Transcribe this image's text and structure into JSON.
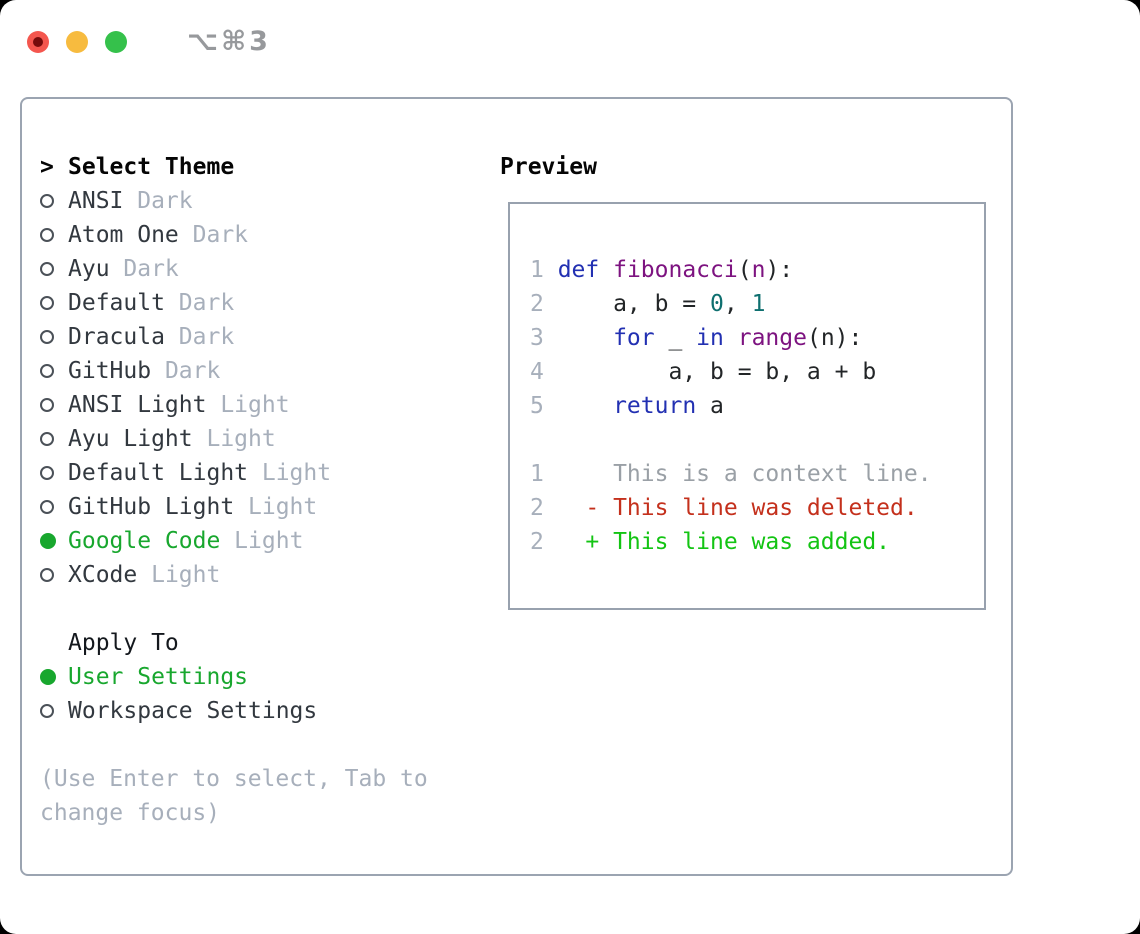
{
  "window": {
    "title_shortcut": "⌥⌘3",
    "traffic_lights": [
      "close",
      "minimize",
      "zoom"
    ]
  },
  "colors": {
    "selected_green": "#18a72e",
    "added_green": "#13c413",
    "deleted_red": "#c4301c",
    "keyword_blue": "#2230b2",
    "type_purple": "#7d1380",
    "literal_teal": "#0e6f6f",
    "muted_gray": "#a7afbb",
    "context_gray": "#9aa0a6",
    "panel_border_gray": "#9ba4b1",
    "traffic_red": "#f4564e",
    "traffic_yellow": "#f7bb3f",
    "traffic_green": "#35c14b"
  },
  "theme_panel": {
    "prompt": ">",
    "title": "Select Theme",
    "items": [
      {
        "name": "ANSI",
        "variant": "Dark",
        "selected": false
      },
      {
        "name": "Atom One",
        "variant": "Dark",
        "selected": false
      },
      {
        "name": "Ayu",
        "variant": "Dark",
        "selected": false
      },
      {
        "name": "Default",
        "variant": "Dark",
        "selected": false
      },
      {
        "name": "Dracula",
        "variant": "Dark",
        "selected": false
      },
      {
        "name": "GitHub",
        "variant": "Dark",
        "selected": false
      },
      {
        "name": "ANSI Light",
        "variant": "Light",
        "selected": false
      },
      {
        "name": "Ayu Light",
        "variant": "Light",
        "selected": false
      },
      {
        "name": "Default Light",
        "variant": "Light",
        "selected": false
      },
      {
        "name": "GitHub Light",
        "variant": "Light",
        "selected": false
      },
      {
        "name": "Google Code",
        "variant": "Light",
        "selected": true
      },
      {
        "name": "XCode",
        "variant": "Light",
        "selected": false
      }
    ]
  },
  "apply_to": {
    "title": "Apply To",
    "options": [
      {
        "label": "User Settings",
        "selected": true
      },
      {
        "label": "Workspace Settings",
        "selected": false
      }
    ]
  },
  "hint_lines": [
    "(Use Enter to select, Tab to",
    "change focus)"
  ],
  "preview": {
    "title": "Preview",
    "code_lines": [
      {
        "num": "1",
        "tokens": [
          [
            "kw",
            "def"
          ],
          [
            "pl",
            " "
          ],
          [
            "ty",
            "fibonacci"
          ],
          [
            "pl",
            "("
          ],
          [
            "ty",
            "n"
          ],
          [
            "pl",
            "):"
          ]
        ]
      },
      {
        "num": "2",
        "tokens": [
          [
            "pl",
            "    a, b = "
          ],
          [
            "lit",
            "0"
          ],
          [
            "pl",
            ", "
          ],
          [
            "lit",
            "1"
          ]
        ]
      },
      {
        "num": "3",
        "tokens": [
          [
            "pl",
            "    "
          ],
          [
            "kw",
            "for"
          ],
          [
            "pl",
            " _ "
          ],
          [
            "kw",
            "in"
          ],
          [
            "pl",
            " "
          ],
          [
            "ty",
            "range"
          ],
          [
            "pl",
            "(n):"
          ]
        ]
      },
      {
        "num": "4",
        "tokens": [
          [
            "pl",
            "        a, b = b, a + b"
          ]
        ]
      },
      {
        "num": "5",
        "tokens": [
          [
            "pl",
            "    "
          ],
          [
            "kw",
            "return"
          ],
          [
            "pl",
            " a"
          ]
        ]
      },
      {
        "num": "",
        "tokens": []
      },
      {
        "num": "1",
        "tokens": [
          [
            "ctx",
            "    This is a context line."
          ]
        ]
      },
      {
        "num": "2",
        "tokens": [
          [
            "del",
            "  - This line was deleted."
          ]
        ]
      },
      {
        "num": "2",
        "tokens": [
          [
            "add",
            "  + This line was added."
          ]
        ]
      }
    ]
  }
}
